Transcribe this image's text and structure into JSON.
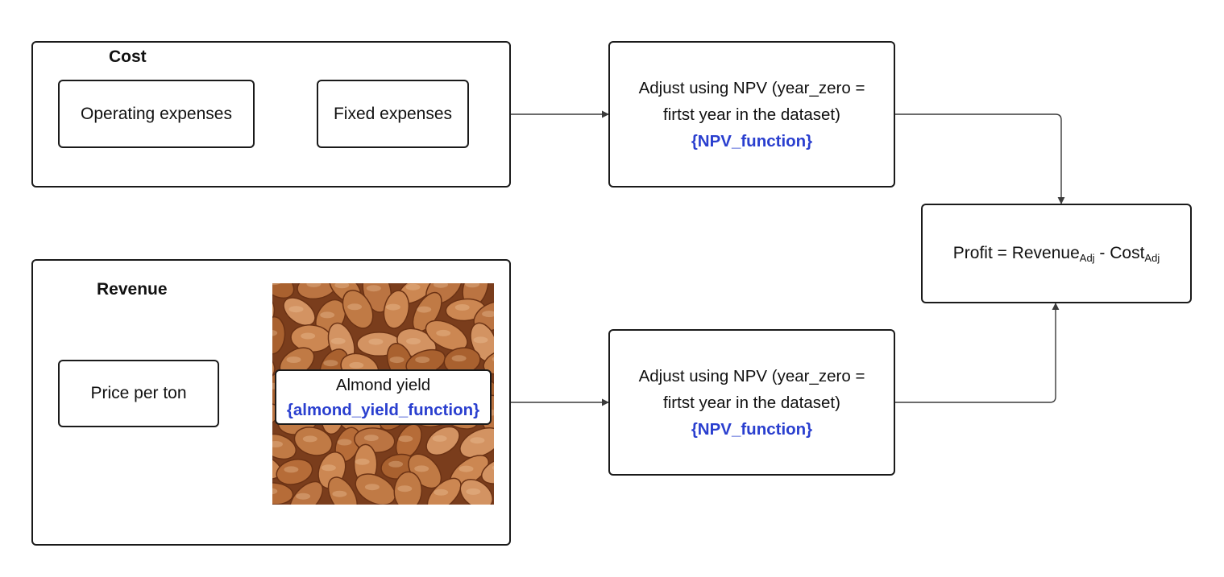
{
  "colors": {
    "function_text": "#2a3fcf",
    "border": "#1a1a1a",
    "arrow": "#3a3a3a"
  },
  "cost_group": {
    "title": "Cost",
    "items": [
      "Operating expenses",
      "Fixed expenses"
    ]
  },
  "revenue_group": {
    "title": "Revenue",
    "price_label": "Price per ton",
    "yield_label": "Almond yield",
    "yield_function": "{almond_yield_function}",
    "image_icon": "almonds-photo"
  },
  "npv_cost": {
    "line1": "Adjust using NPV (year_zero =",
    "line2": "firtst year in the dataset)",
    "function": "{NPV_function}"
  },
  "npv_revenue": {
    "line1": "Adjust using NPV (year_zero =",
    "line2": "firtst year in the dataset)",
    "function": "{NPV_function}"
  },
  "profit": {
    "prefix": "Profit = Revenue",
    "revenue_sub": "Adj",
    "middle": " - Cost",
    "cost_sub": "Adj"
  }
}
